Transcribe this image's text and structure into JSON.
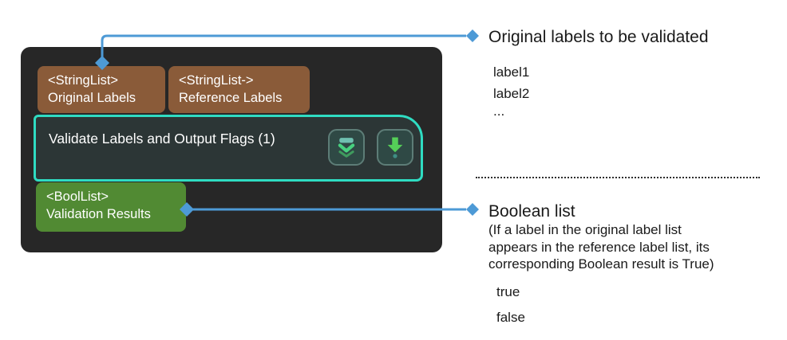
{
  "colors": {
    "canvas_bg": "#ffffff",
    "panel_bg": "#272727",
    "string_node_bg": "#8a5b39",
    "bool_node_bg": "#518a33",
    "step_border_teal": "#2fdcc2",
    "step_bg": "#2c3636",
    "icon_button_bg": "#2f4945",
    "icon_button_border": "#5d7d77",
    "connector_blue": "#4d9ad6",
    "collapse_bar_teal": "#6fc0b0",
    "collapse_chevron_bright": "#47d17f",
    "collapse_chevron_dark": "#3f9b5e",
    "arrow_green": "#55cf58",
    "arrow_dot_teal": "#3f8e84",
    "annotation_text": "#1a1a1a"
  },
  "panel": {
    "input_nodes": [
      {
        "type": "<StringList>",
        "label": "Original Labels"
      },
      {
        "type": "<StringList->",
        "label": "Reference Labels"
      }
    ],
    "step": {
      "title": "Validate Labels and Output Flags (1)",
      "buttons": [
        {
          "icon": "collapse-chevrons-icon"
        },
        {
          "icon": "download-arrow-icon"
        }
      ]
    },
    "output_nodes": [
      {
        "type": "<BoolList>",
        "label": "Validation Results"
      }
    ]
  },
  "annotations": {
    "top": {
      "heading": "Original labels to be validated",
      "items": [
        "label1",
        "label2",
        "..."
      ]
    },
    "bottom": {
      "heading": "Boolean list",
      "note_lines": [
        "(If a label in the original label list",
        "appears in the reference label list, its",
        "corresponding Boolean result is True)"
      ],
      "items": [
        "true",
        "false"
      ]
    }
  }
}
